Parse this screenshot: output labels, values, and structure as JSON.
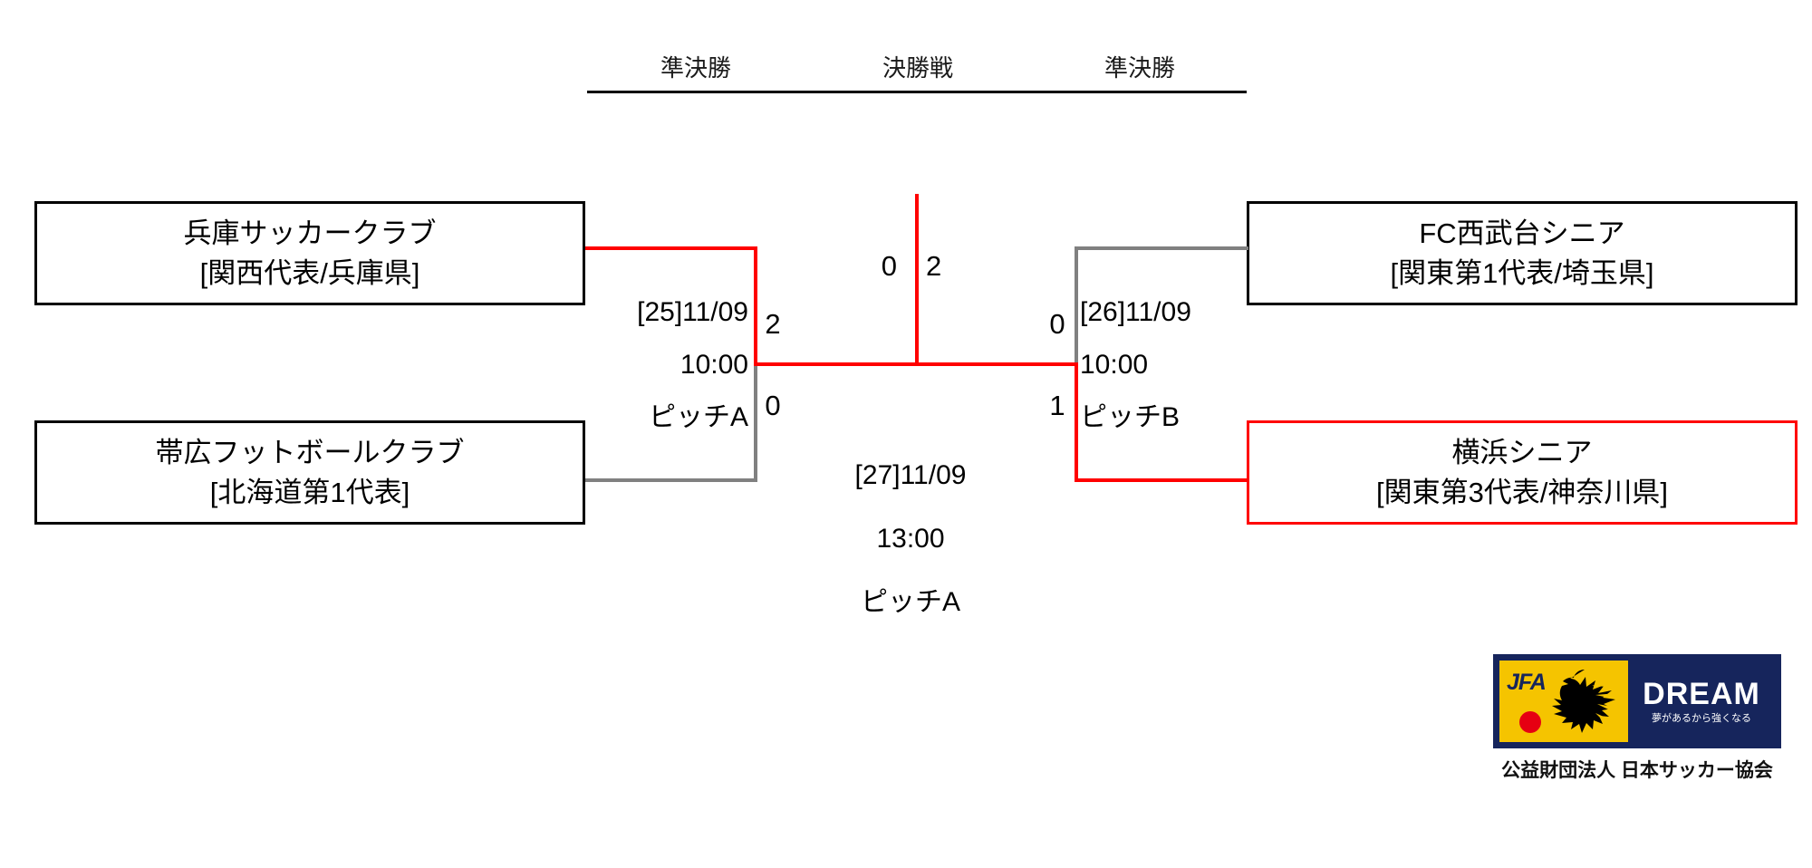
{
  "header": {
    "rounds": [
      {
        "label": "準決勝"
      },
      {
        "label": "決勝戦"
      },
      {
        "label": "準決勝"
      }
    ]
  },
  "teams": {
    "left_top": {
      "name": "兵庫サッカークラブ",
      "sub": "[関西代表/兵庫県]",
      "winner": false
    },
    "left_bottom": {
      "name": "帯広フットボールクラブ",
      "sub": "[北海道第1代表]",
      "winner": false
    },
    "right_top": {
      "name": "FC西武台シニア",
      "sub": "[関東第1代表/埼玉県]",
      "winner": false
    },
    "right_bottom": {
      "name": "横浜シニア",
      "sub": "[関東第3代表/神奈川県]",
      "winner": true
    }
  },
  "matches": {
    "semifinal_left": {
      "number": "[25]",
      "date": "11/09",
      "number_date": "[25]11/09",
      "time": "10:00",
      "pitch": "ピッチA",
      "score_top": "2",
      "score_bottom": "0"
    },
    "semifinal_right": {
      "number": "[26]",
      "date": "11/09",
      "number_date": "[26]11/09",
      "time": "10:00",
      "pitch": "ピッチB",
      "score_top": "0",
      "score_bottom": "1"
    },
    "final": {
      "number": "[27]",
      "date": "11/09",
      "number_date": "[27]11/09",
      "time": "13:00",
      "pitch": "ピッチA",
      "score_left": "0",
      "score_right": "2"
    }
  },
  "logo": {
    "mark": "JFA",
    "wordmark": "DREAM",
    "tagline": "夢があるから強くなる",
    "caption": "公益財団法人 日本サッカー協会"
  },
  "colors": {
    "winner_line": "#ff0000",
    "loser_line": "#808080",
    "box_border": "#000000",
    "logo_navy": "#16255c",
    "logo_yellow": "#f5c400",
    "logo_red": "#e60012"
  }
}
